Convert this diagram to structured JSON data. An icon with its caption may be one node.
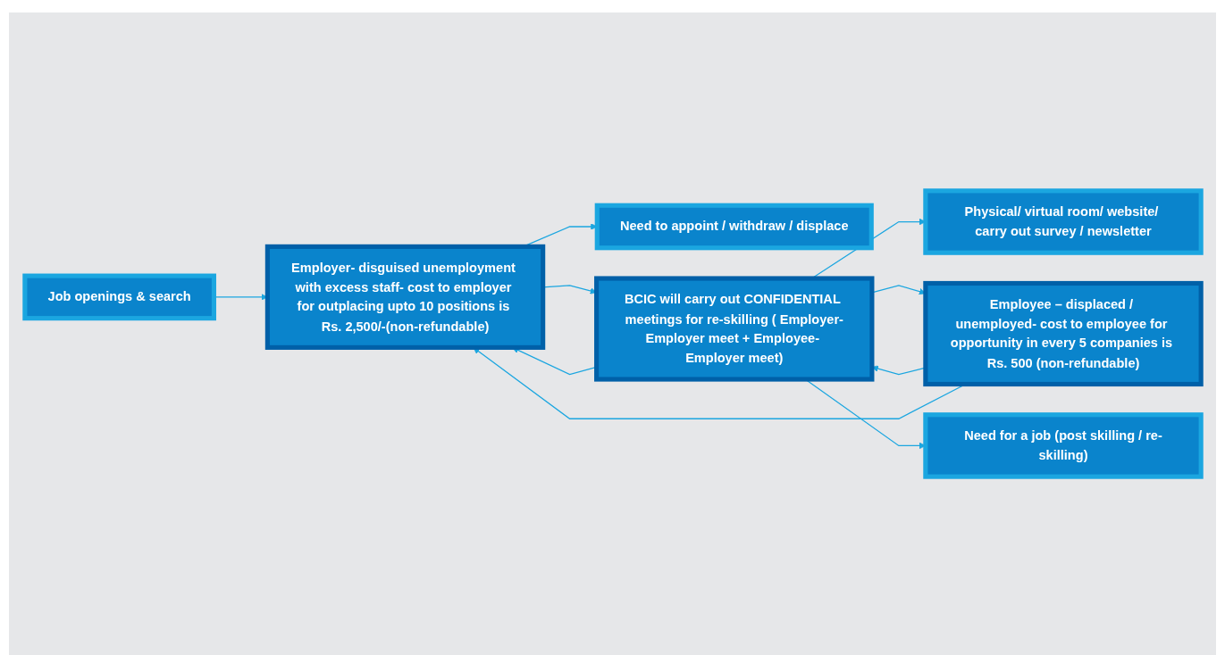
{
  "diagram": {
    "nodes": [
      {
        "text": [
          "Employer- disguised unemployment with excess staff- cost to employer for outplacing upto 10 positions is Rs. 2,500/-(non-refundable)"
        ]
      },
      {
        "text": [
          "Job openings & search"
        ]
      },
      {
        "text": [
          "Need to appoint / withdraw / displace"
        ]
      },
      {
        "text": [
          "BCIC will carry out CONFIDENTIAL meetings for re-skilling ( Employer-Employer meet + Employee- Employer meet)"
        ]
      },
      {
        "text": [
          "Physical/ virtual room/ website/ carry out survey / newsletter"
        ]
      },
      {
        "text": [
          "Employee – displaced / unemployed- cost to employee for opportunity in every 5 companies is Rs. 500 (non-refundable)"
        ]
      },
      {
        "text": [
          "Need for a job (post skilling / re-skilling)"
        ]
      }
    ],
    "edges": [
      {
        "from": 1,
        "to": 0,
        "arrow": "to"
      },
      {
        "from": 0,
        "to": 3,
        "arrow": "to"
      },
      {
        "from": 3,
        "to": 0,
        "arrow": "to"
      },
      {
        "from": 0,
        "to": 2,
        "arrow": "to"
      },
      {
        "from": 3,
        "to": 4,
        "arrow": "to"
      },
      {
        "from": 3,
        "to": 5,
        "arrow": "to"
      },
      {
        "from": 5,
        "to": 3,
        "arrow": "to"
      },
      {
        "from": 3,
        "to": 6,
        "arrow": "to"
      },
      {
        "from": 5,
        "to": 0,
        "arrow": "to"
      }
    ]
  }
}
